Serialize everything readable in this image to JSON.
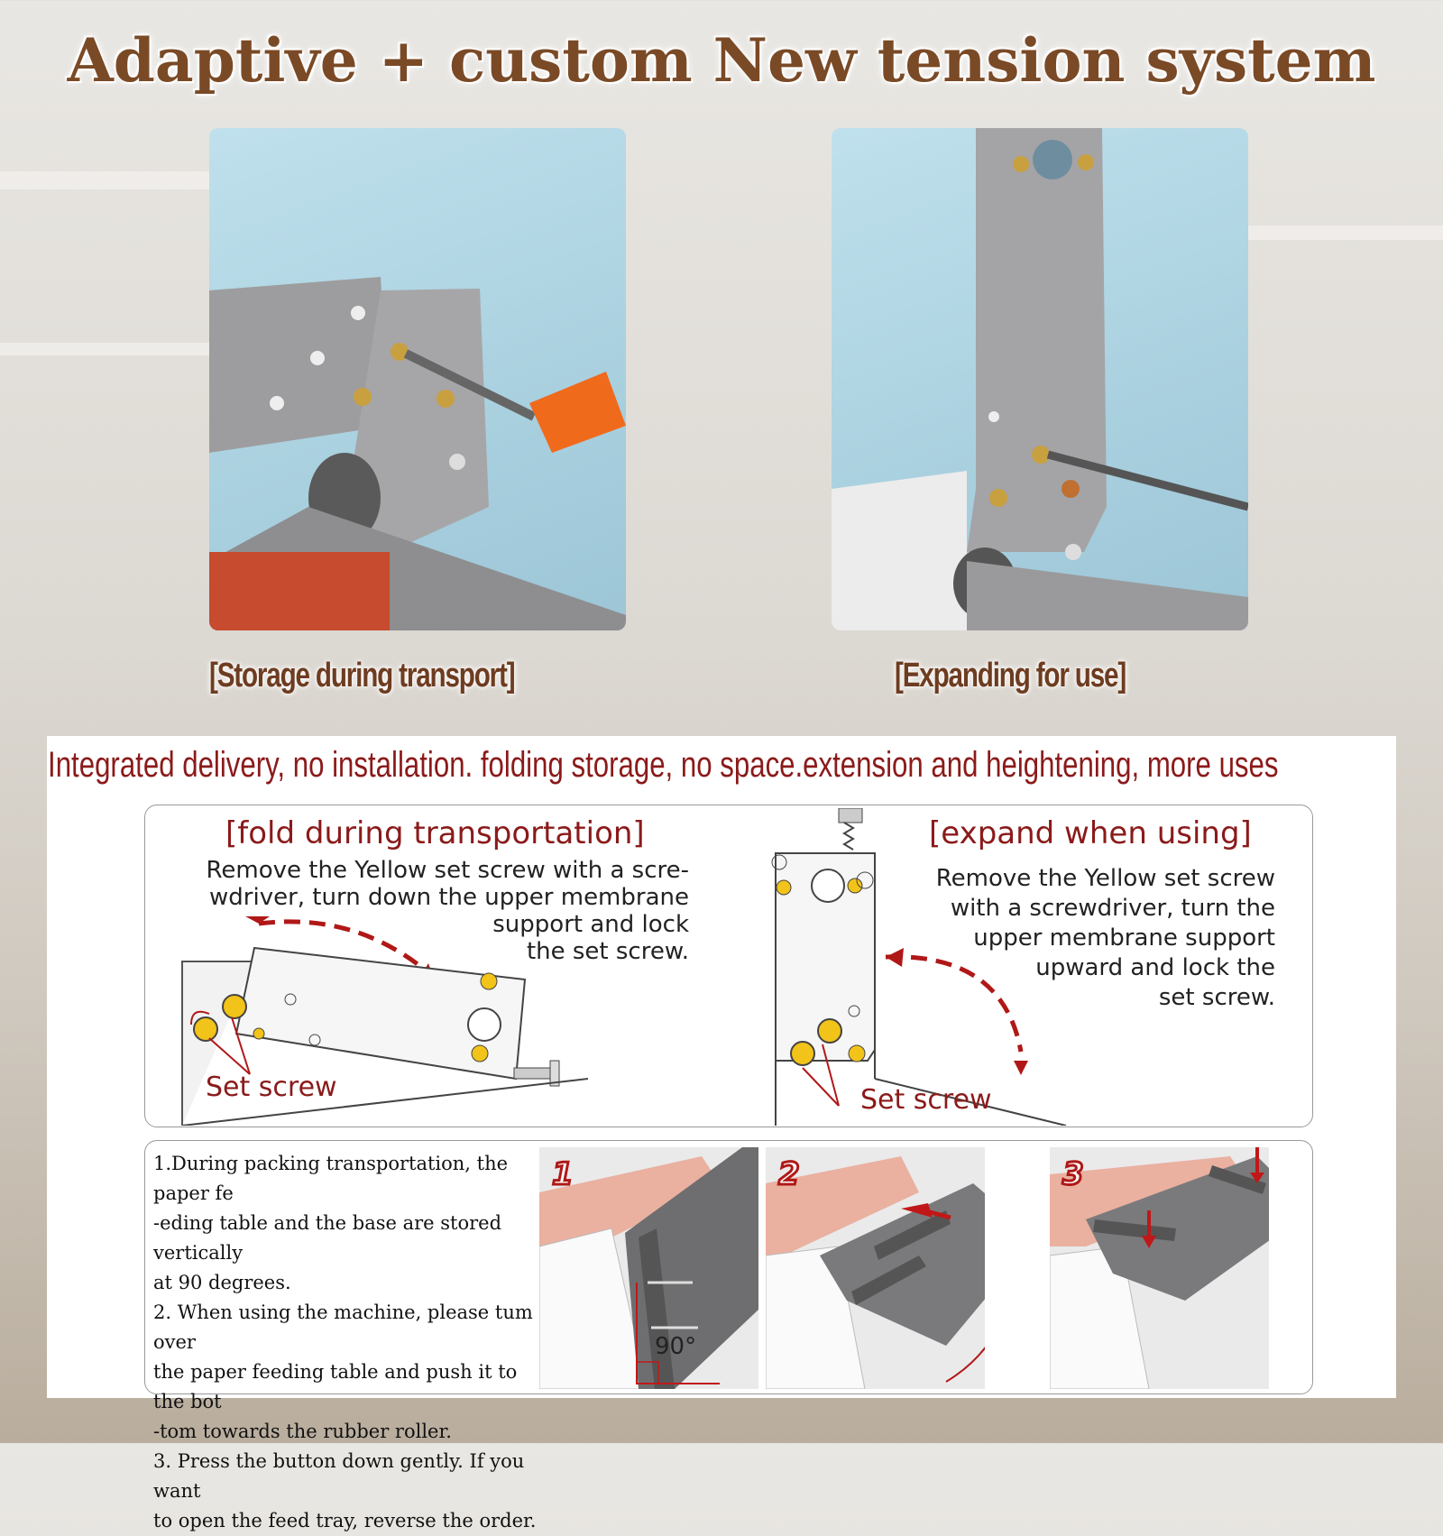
{
  "headline": "Adaptive + custom New tension system",
  "photos": [
    {
      "caption": "[Storage during transport]"
    },
    {
      "caption": "[Expanding for use]"
    }
  ],
  "panel": {
    "subhead": "Integrated delivery, no installation. folding storage, no space.extension and heightening, more uses",
    "fold": {
      "title": "[fold during transportation]",
      "text": "Remove the Yellow set screw with a scre-\nwdriver, turn down the upper membrane\nsupport and lock\nthe set screw.",
      "label": "Set screw"
    },
    "expand": {
      "title": "[expand when using]",
      "text": "Remove the Yellow set screw\nwith a screwdriver, turn the\nupper membrane support\nupward and lock the\nset screw.",
      "label": "Set screw"
    },
    "steps": [
      "1.During packing transportation, the paper fe\n-eding table and the base are stored vertically\nat 90 degrees.",
      "2. When using the machine, please tum over\nthe paper feeding table and push it to the bot\n-tom towards the rubber roller.",
      "3. Press the button down gently. If you want\nto open the feed tray, reverse the order."
    ],
    "step_badges": [
      "1",
      "2",
      "3"
    ],
    "angle_label": "90°"
  },
  "colors": {
    "headline": "#7a4a26",
    "accent_red": "#8b1a1a",
    "screw_yellow": "#f2c318"
  }
}
